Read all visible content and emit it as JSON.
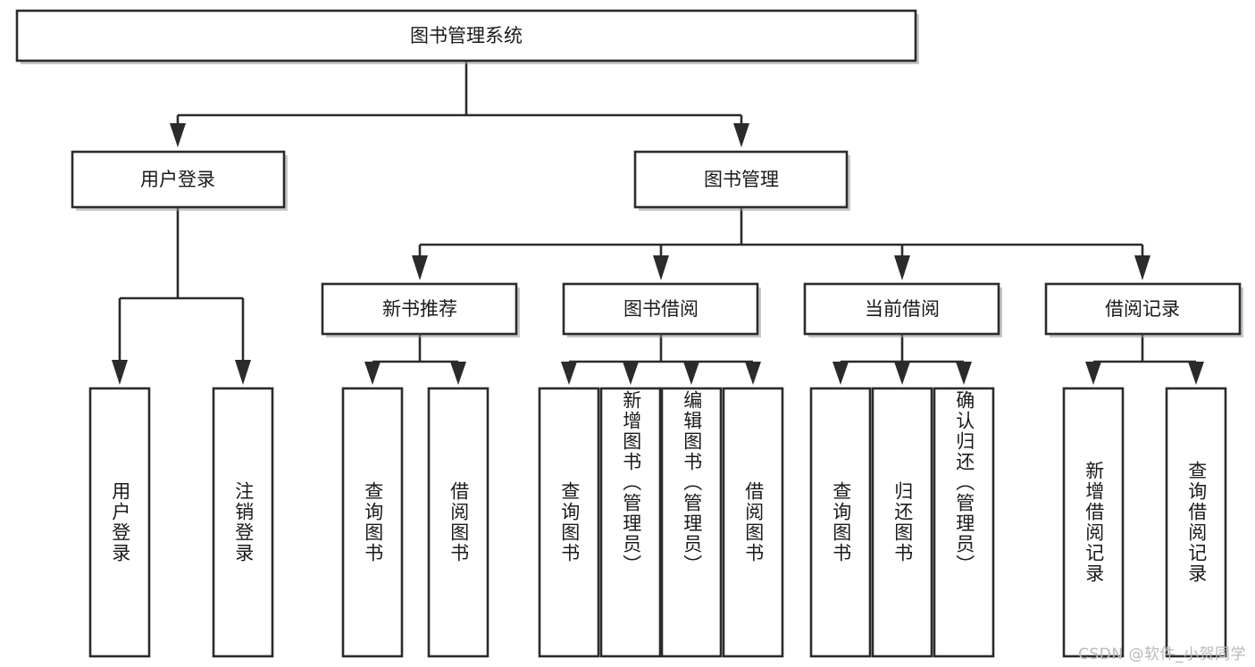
{
  "diagram": {
    "title": "图书管理系统",
    "type": "tree-hierarchy-chart",
    "root": {
      "id": "root",
      "label": "图书管理系统"
    },
    "level2": [
      {
        "id": "user-login",
        "label": "用户登录"
      },
      {
        "id": "book-manage",
        "label": "图书管理"
      }
    ],
    "level3": [
      {
        "id": "new-book-recommend",
        "label": "新书推荐",
        "parent": "book-manage"
      },
      {
        "id": "book-borrow",
        "label": "图书借阅",
        "parent": "book-manage"
      },
      {
        "id": "current-borrow",
        "label": "当前借阅",
        "parent": "book-manage"
      },
      {
        "id": "borrow-record",
        "label": "借阅记录",
        "parent": "book-manage"
      }
    ],
    "leaves": {
      "user-login": [
        {
          "id": "leaf-user-login",
          "label": "用户登录"
        },
        {
          "id": "leaf-user-logout",
          "label": "注销登录"
        }
      ],
      "new-book-recommend": [
        {
          "id": "leaf-query-book-1",
          "label": "查询图书"
        },
        {
          "id": "leaf-borrow-book-1",
          "label": "借阅图书"
        }
      ],
      "book-borrow": [
        {
          "id": "leaf-query-book-2",
          "label": "查询图书"
        },
        {
          "id": "leaf-add-book-admin",
          "label": "新增图书（管理员）"
        },
        {
          "id": "leaf-edit-book-admin",
          "label": "编辑图书（管理员）"
        },
        {
          "id": "leaf-borrow-book-2",
          "label": "借阅图书"
        }
      ],
      "current-borrow": [
        {
          "id": "leaf-query-book-3",
          "label": "查询图书"
        },
        {
          "id": "leaf-return-book",
          "label": "归还图书"
        },
        {
          "id": "leaf-confirm-return-admin",
          "label": "确认归还（管理员）"
        }
      ],
      "borrow-record": [
        {
          "id": "leaf-add-borrow-record",
          "label": "新增借阅记录"
        },
        {
          "id": "leaf-query-borrow-record",
          "label": "查询借阅记录"
        }
      ]
    },
    "colors": {
      "stroke": "#2b2b2b",
      "fill": "#ffffff",
      "text": "#1a1a1a",
      "shadow": "#9a9a9a",
      "watermark": "#b9b9b9",
      "background": "#ffffff"
    }
  },
  "watermark": {
    "text": "CSDN @软件_小贺同学"
  }
}
